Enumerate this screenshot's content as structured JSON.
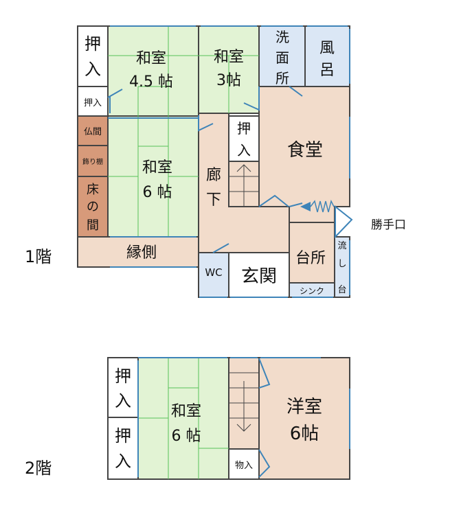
{
  "floor1": {
    "label": "1階",
    "rooms": {
      "washitsu_45": [
        "和室",
        "4.5 帖"
      ],
      "washitsu_3": [
        "和室",
        "3帖"
      ],
      "senmenjo": [
        "洗",
        "面",
        "所"
      ],
      "furo": [
        "風",
        "呂"
      ],
      "oshiire_top": [
        "押",
        "入"
      ],
      "oshiire_small": "押入",
      "butsuma": "仏間",
      "kazaridana": "飾り棚",
      "tokonoma": [
        "床",
        "の",
        "間"
      ],
      "washitsu_6": [
        "和室",
        "6 帖"
      ],
      "oshiire_mid": [
        "押",
        "入"
      ],
      "shokudo": "食堂",
      "roka": [
        "廊",
        "下"
      ],
      "engawa": "縁側",
      "wc": "WC",
      "genkan": "玄関",
      "daidokoro": "台所",
      "nagashidai": [
        "流",
        "し",
        "台"
      ],
      "sink": "シンク"
    },
    "katteguchi": "勝手口"
  },
  "floor2": {
    "label": "2階",
    "rooms": {
      "oshiire_a": [
        "押",
        "入"
      ],
      "oshiire_b": [
        "押",
        "入"
      ],
      "washitsu_6": [
        "和室",
        "6 帖"
      ],
      "yoshitsu": [
        "洋室",
        "6帖"
      ],
      "mono_ire": "物入"
    }
  },
  "colors": {
    "tatami": "#e2f3d4",
    "tatami_line": "#57c257",
    "floorboard": "#f2dccb",
    "water": "#dbe7f5",
    "tokonoma": "#d79a7a",
    "wall": "#444444",
    "window": "#3e84b8"
  }
}
